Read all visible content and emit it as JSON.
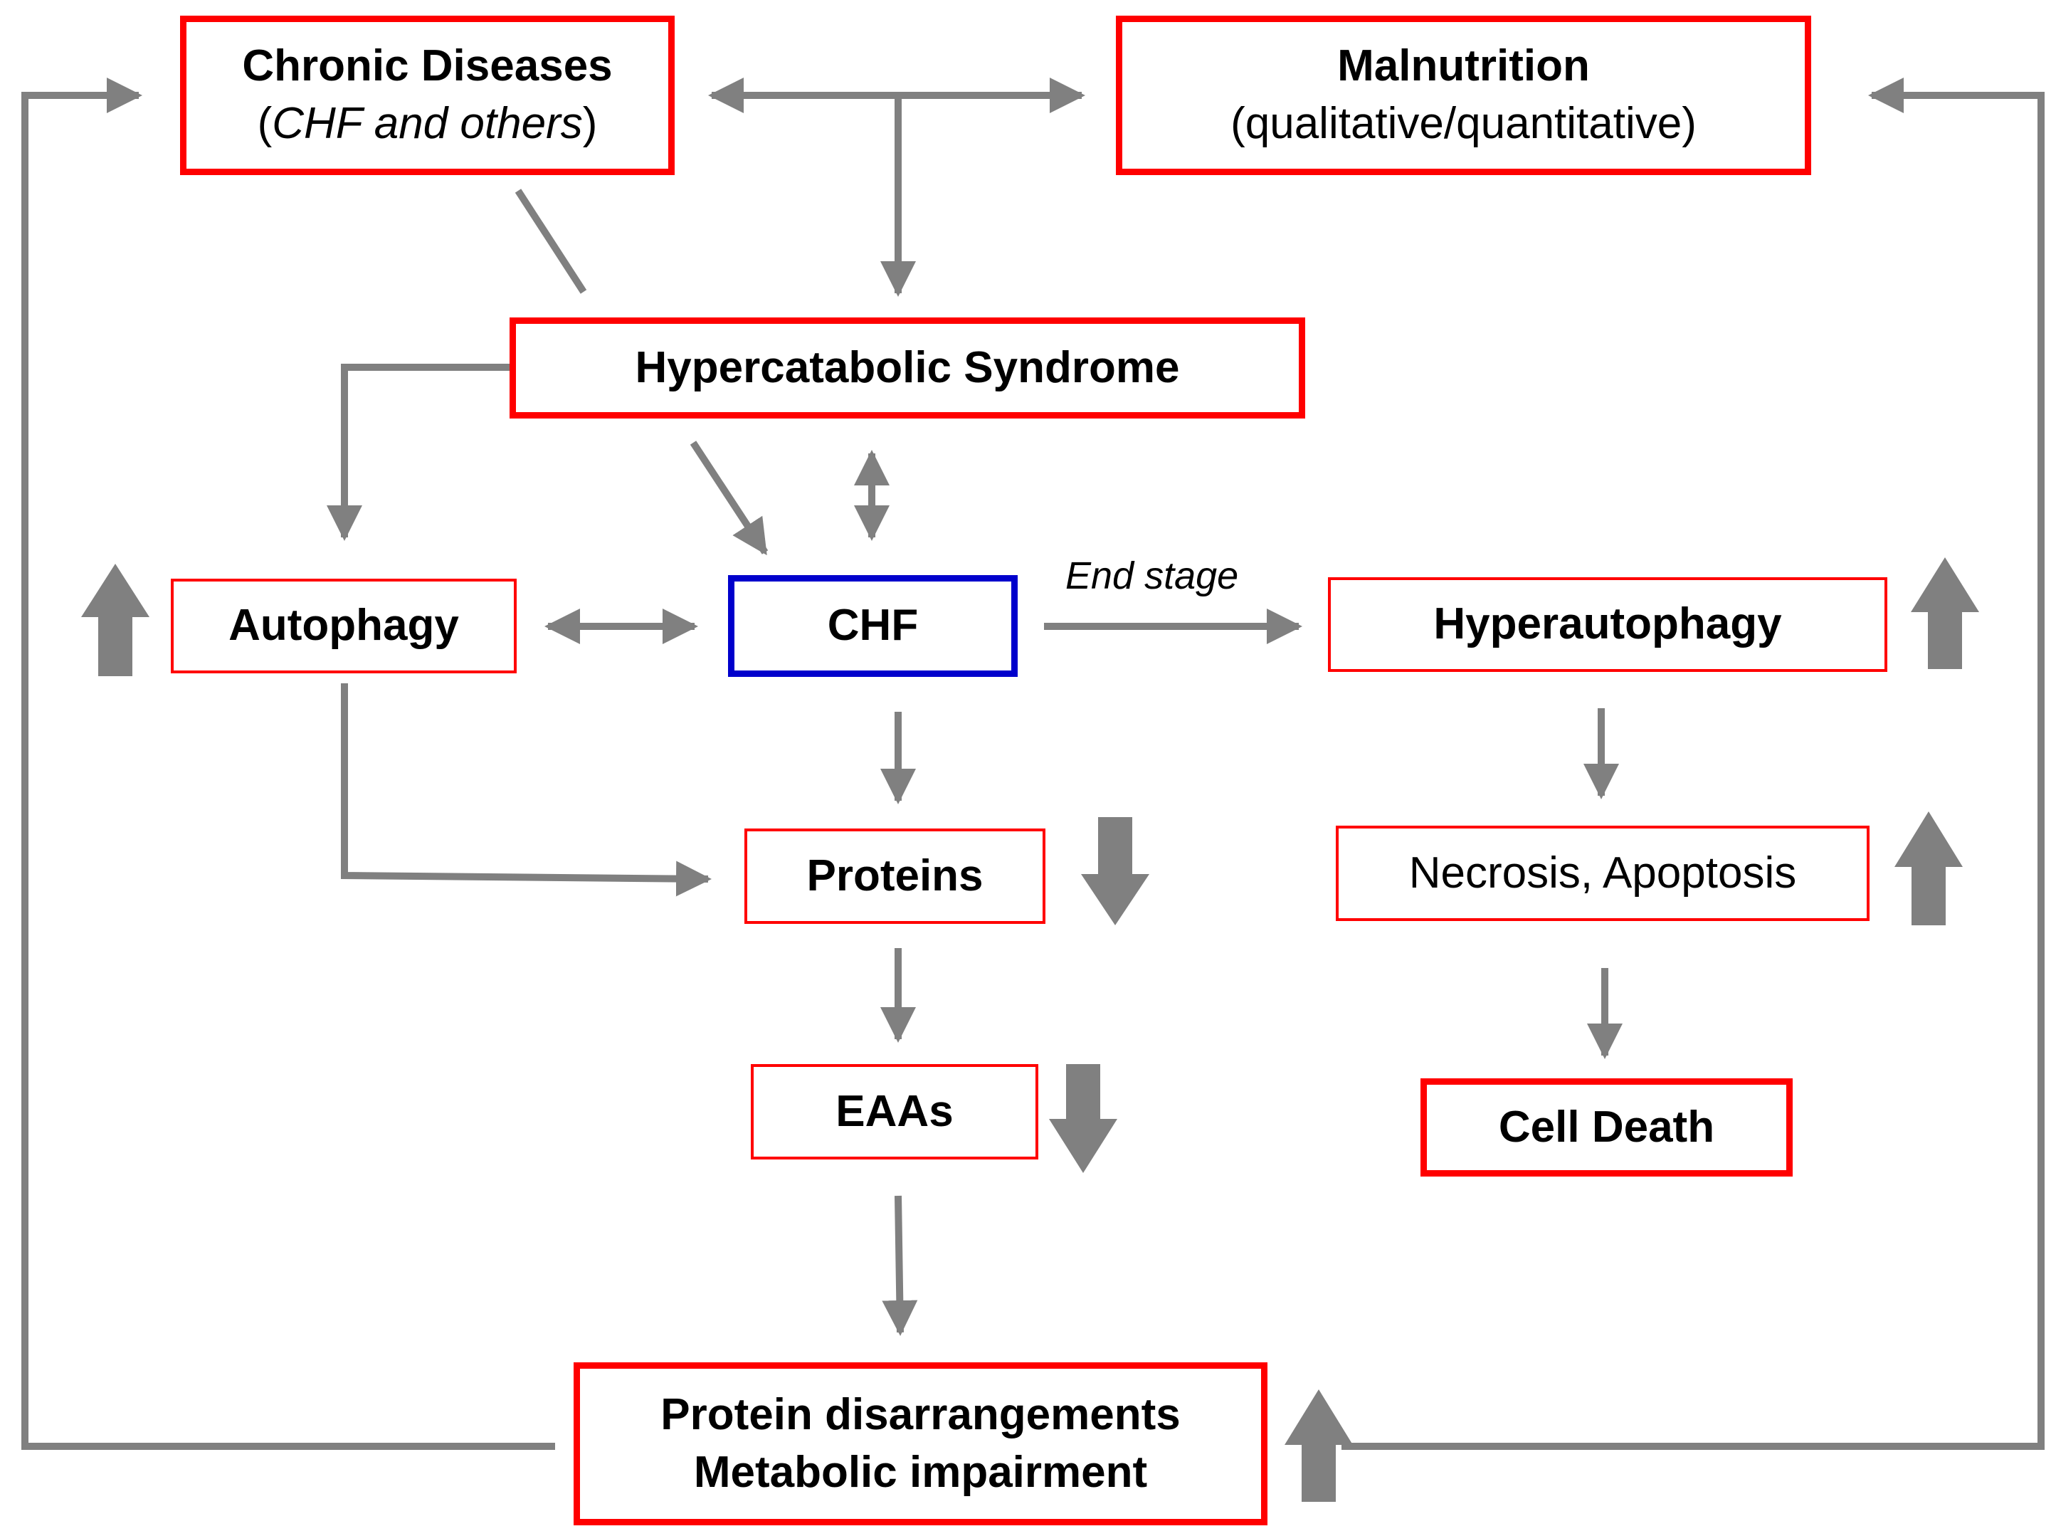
{
  "colors": {
    "arrow": "#808080",
    "primary_border": "#ff0000",
    "chf_border": "#0000cc",
    "text": "#000000"
  },
  "nodes": {
    "chronic_diseases": {
      "title": "Chronic Diseases",
      "sub_open": "(",
      "sub_italic": "CHF and others",
      "sub_close": ")"
    },
    "malnutrition": {
      "title": "Malnutrition",
      "sub": "(qualitative/quantitative)"
    },
    "hypercatabolic": {
      "label": "Hypercatabolic Syndrome"
    },
    "autophagy": {
      "label": "Autophagy",
      "trend": "up"
    },
    "chf": {
      "label": "CHF"
    },
    "hyperautophagy": {
      "label": "Hyperautophagy",
      "trend": "up"
    },
    "proteins": {
      "label": "Proteins",
      "trend": "down"
    },
    "necrosis": {
      "label": "Necrosis, Apoptosis",
      "trend": "up"
    },
    "eaas": {
      "label": "EAAs",
      "trend": "down"
    },
    "cell_death": {
      "label": "Cell Death"
    },
    "protein_disarr": {
      "line1": "Protein disarrangements",
      "line2": "Metabolic impairment",
      "trend": "up"
    }
  },
  "edge_labels": {
    "end_stage": "End stage"
  }
}
